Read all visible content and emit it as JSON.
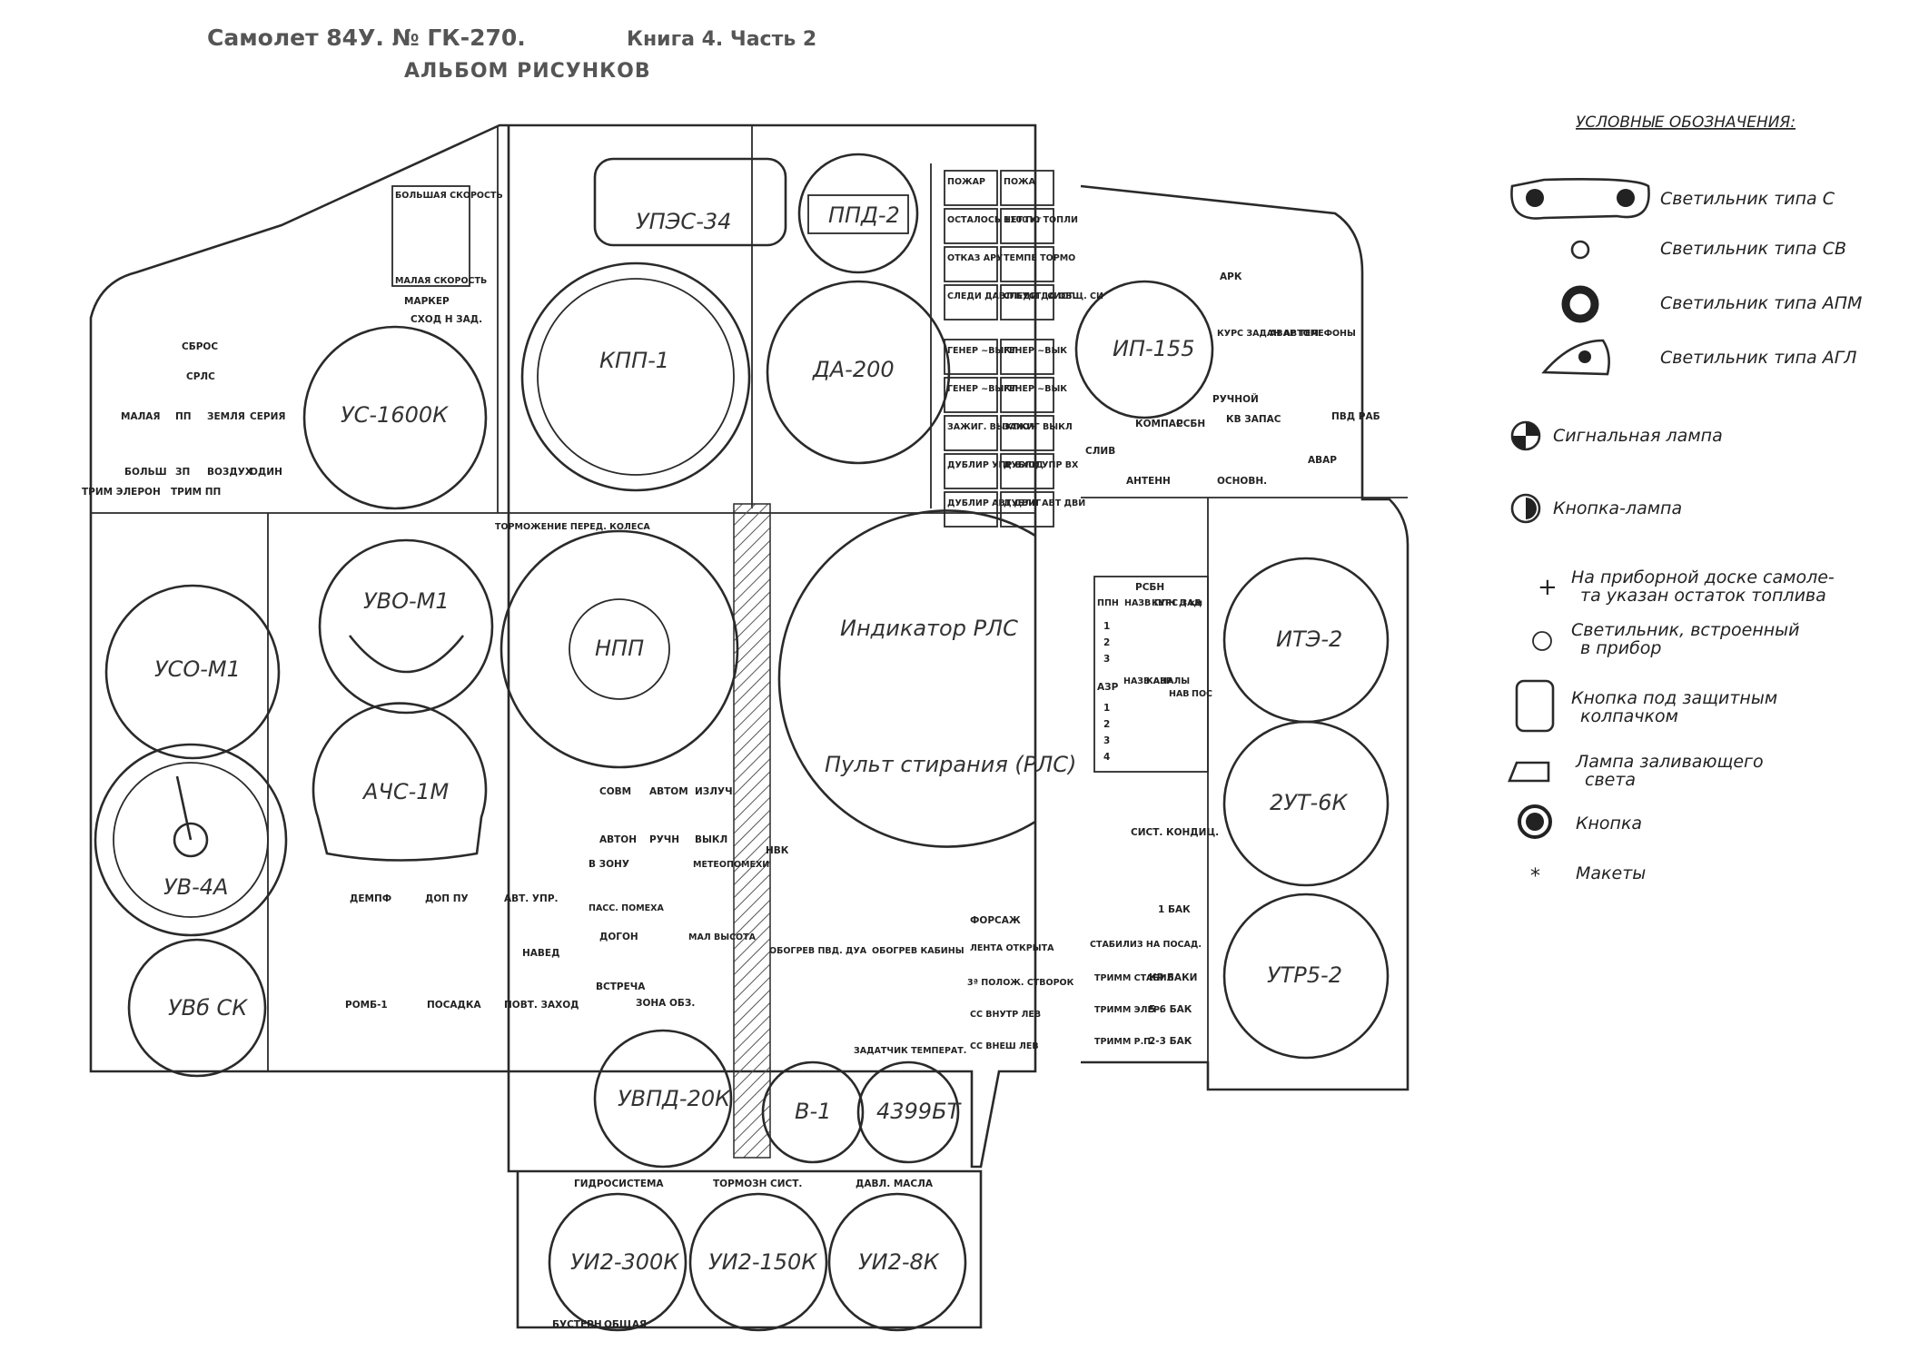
{
  "header": {
    "title_main": "Самолет 84У. № ГК-270.",
    "title_sub": "Книга 4. Часть 2",
    "album": "АЛЬБОМ РИСУНКОВ"
  },
  "gauges": {
    "upes": "УПЭС-34",
    "ppd": "ППД-2",
    "kpp": "КПП-1",
    "da": "ДА-200",
    "us": "УС-1600К",
    "uvo": "УВО-М1",
    "npp": "НПП",
    "radar": "Индикатор РЛС",
    "uso": "УСО-М1",
    "achs": "АЧС-1М",
    "uv": "УВ-4А",
    "uvb": "УВб СК",
    "uvpd": "УВПД-20К",
    "v1": "В-1",
    "t4399": "4399БТ",
    "ui300": "УИ2-300К",
    "ui150": "УИ2-150К",
    "ui8": "УИ2-8К",
    "ip": "ИП-155",
    "ite": "ИТЭ-2",
    "ut": "2УТ-6К",
    "utr": "УТР5-2"
  },
  "labels": {
    "big_speed": "БОЛЬШАЯ СКОРОСТЬ",
    "small_speed": "МАЛАЯ СКОРОСТЬ",
    "marker": "МАРКЕР",
    "skhod": "СХОД Н ЗАД.",
    "sbros": "СБРОС",
    "srls": "СРЛС",
    "malaya": "МАЛАЯ",
    "bolsh": "БОЛЬШ",
    "pp": "ПП",
    "zp": "ЗП",
    "zemlya": "ЗЕМЛЯ",
    "vozdukh": "ВОЗДУХ",
    "seriya": "СЕРИЯ",
    "odin": "ОДИН",
    "trim_eleron": "ТРИМ ЭЛЕРОН",
    "trim_pp": "ТРИМ ПП",
    "tormozhenie": "ТОРМОЖЕНИЕ ПЕРЕД. КОЛЕСА",
    "rls_erase": "Пульт стирания (РЛС)",
    "nvk": "НВК",
    "demf": "ДЕМПФ",
    "dop_pu": "ДОП ПУ",
    "avt_upr": "АВТ. УПР.",
    "naved": "НАВЕД",
    "romb": "РОМБ-1",
    "posadka": "ПОСАДКА",
    "povt_zakhod": "ПОВТ. ЗАХОД",
    "sovm": "СОВМ",
    "avtom": "АВТОМ",
    "izluch": "ИЗЛУЧ",
    "avton": "АВТОН",
    "ruchn": "РУЧН",
    "vykl": "ВЫКЛ",
    "v_zonu": "В ЗОНУ",
    "pass_pomekha": "ПАСС. ПОМЕХА",
    "meteopomekhi": "МЕТЕОПОМЕХИ",
    "dogon": "ДОГОН",
    "vstrecha": "ВСТРЕЧА",
    "mal_vysota": "МАЛ ВЫСОТА",
    "zona_obz": "ЗОНА ОБЗ.",
    "obogrev_pvd": "ОБОГРЕВ ПВД. ДУА",
    "obogrev_kab": "ОБОГРЕВ КАБИНЫ",
    "zadatchik": "ЗАДАТЧИК ТЕМПЕРАТ.",
    "gidrosistema": "ГИДРОСИСТЕМА",
    "tormozn": "ТОРМОЗН СИСТ.",
    "davl_masla": "ДАВЛ. МАСЛА",
    "bustern": "БУСТЕРН",
    "obshchaya": "ОБЩАЯ",
    "ark": "АРК",
    "kurs_zadan": "КУРС ЗАДАН АВТОМ",
    "avar_telefon": "АВАР ТЕЛЕФОНЫ",
    "ruchnoy": "РУЧНОЙ",
    "kv_zapas": "КВ ЗАПАС",
    "osnovn": "ОСНОВН.",
    "antenn": "АНТЕНН",
    "kompas": "КОМПАС",
    "rsbn": "РСБН",
    "slyv": "СЛИВ",
    "pvd_rab": "ПВД РАБ",
    "avar": "АВАР",
    "sist_kondits": "СИСТ. КОНДИЦ.",
    "forsazh": "ФОРСАЖ",
    "lenta_otkryta": "ЛЕНТА ОТКРЫТА",
    "tri_polozh": "3ª ПОЛОЖ. СТВОРОК",
    "ss_vnutr": "СС ВНУТР ЛЕВ",
    "ss_vnesh": "СС ВНЕШ ЛЕВ",
    "stabiliz": "СТАБИЛИЗ НА ПОСАД.",
    "trimm_stabil": "ТРИММ СТАБИЛ.",
    "trimm_eler": "ТРИММ ЭЛЕР.",
    "trimm_rp": "ТРИММ Р.П.",
    "bak_1": "1 БАК",
    "bak_kr": "КР БАКИ",
    "bak_56": "5-6 БАК",
    "bak_23": "2-3 БАК"
  },
  "annunciators": [
    [
      "ПОЖАР",
      "ПОЖА"
    ],
    [
      "ОСТАЛОСЬ 1100 кг",
      "НЕТ ПО ТОПЛИ"
    ],
    [
      "ОТКАЗ АРУ",
      "ТЕМПЕ ТОРМО"
    ],
    [
      "СЛЕДИ ДАВЛ БУСТ. СИСТ.",
      "СЛЕДИ ДА ОБЩ. СИ"
    ],
    [
      "ГЕНЕР ~ВЫКЛ",
      "ГЕНЕР ~ВЫК"
    ],
    [
      "ГЕНЕР ~ВЫКЛ",
      "ГЕНЕР ~ВЫК"
    ],
    [
      "ЗАЖИГ. ВЫКЛЮЧ",
      "ЗАЖИГ ВЫКЛ"
    ],
    [
      "ДУБЛИР УПР ВХОД",
      "ДУБЛИ УПР ВХ"
    ],
    [
      "ДУБЛИР АВТ ДВИГ",
      "ДУБЛИ АВТ ДВИ"
    ]
  ],
  "rsbn_table": {
    "title": "РСБН",
    "headers": [
      "ППН",
      "НАЗВ ППН",
      "КУРС ЗАД",
      "Д км"
    ],
    "rows1": [
      "1",
      "2",
      "3"
    ],
    "azr": "АЗР",
    "headers2": [
      "НАЗВ АЗР",
      "КАНАЛЫ",
      "НАВ",
      "ПОС"
    ],
    "rows2": [
      "1",
      "2",
      "3",
      "4"
    ]
  },
  "legend": {
    "title": "УСЛОВНЫЕ ОБОЗНАЧЕНИЯ:",
    "items": [
      {
        "icon": "lamp-c-icon",
        "text": "Светильник типа С"
      },
      {
        "icon": "lamp-sv-icon",
        "text": "Светильник типа СВ"
      },
      {
        "icon": "lamp-apm-icon",
        "text": "Светильник типа АПМ"
      },
      {
        "icon": "lamp-agl-icon",
        "text": "Светильник типа АГЛ"
      },
      {
        "icon": "signal-lamp-icon",
        "text": "Сигнальная лампа"
      },
      {
        "icon": "button-lamp-icon",
        "text": "Кнопка-лампа"
      },
      {
        "icon": "plus-icon",
        "text": "На приборной доске самоле-",
        "text2": "та указан остаток топлива"
      },
      {
        "icon": "builtin-lamp-icon",
        "text": "Светильник, встроенный",
        "text2": "в прибор"
      },
      {
        "icon": "covered-button-icon",
        "text": "Кнопка под защитным",
        "text2": "колпачком"
      },
      {
        "icon": "flood-lamp-icon",
        "text": "Лампа заливающего",
        "text2": "света"
      },
      {
        "icon": "button-icon",
        "text": "Кнопка"
      },
      {
        "icon": "asterisk-icon",
        "text": "Макеты"
      }
    ]
  },
  "colors": {
    "ink": "#2a2a2a",
    "paper": "#ffffff",
    "header": "#555555"
  }
}
